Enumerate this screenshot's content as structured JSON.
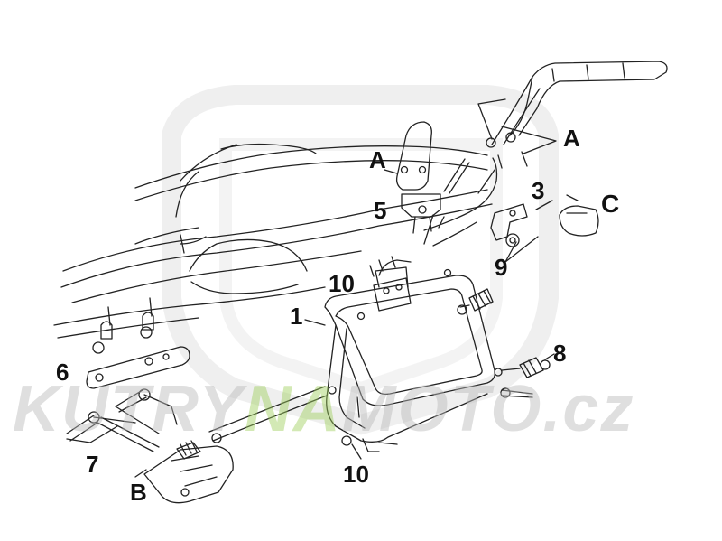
{
  "diagram": {
    "callouts": {
      "a_top_left": "A",
      "a_top_right": "A",
      "c_label": "C",
      "b_label": "B",
      "n1": "1",
      "n3": "3",
      "n5": "5",
      "n6": "6",
      "n7": "7",
      "n8": "8",
      "n9": "9",
      "n10_top": "10",
      "n10_bottom": "10"
    },
    "watermark": {
      "part1": "KUTRY",
      "part2": "NA",
      "part3": "MOTO",
      "part4": ".cz"
    }
  },
  "colors": {
    "line": "#222222",
    "label": "#111111",
    "watermark": "#b9b9b9",
    "watermark_accent": "#9fd05c"
  }
}
